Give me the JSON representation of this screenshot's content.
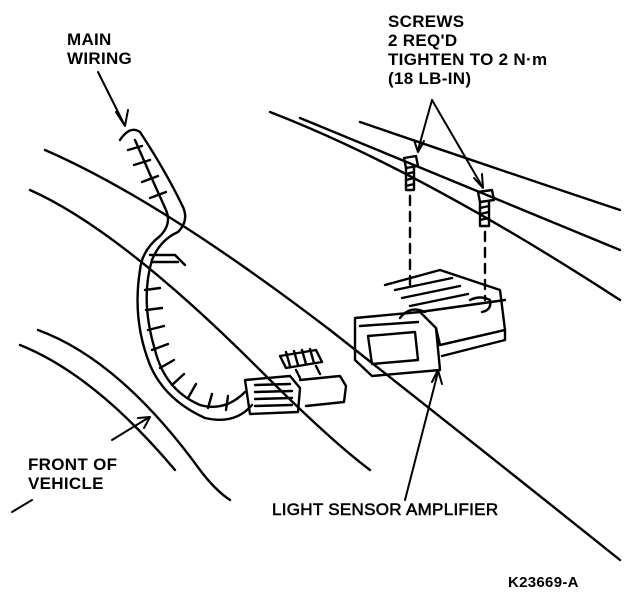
{
  "labels": {
    "main_wiring": [
      "MAIN",
      "WIRING"
    ],
    "screws": [
      "SCREWS",
      "2 REQ'D",
      "TIGHTEN TO 2 N·m",
      "(18 LB-IN)"
    ],
    "front_of_vehicle": [
      "FRONT OF",
      "VEHICLE"
    ],
    "light_sensor_amplifier": "LIGHT SENSOR AMPLIFIER",
    "figure_code": "K23669-A"
  },
  "colors": {
    "ink": "#000000",
    "paper": "#ffffff"
  }
}
